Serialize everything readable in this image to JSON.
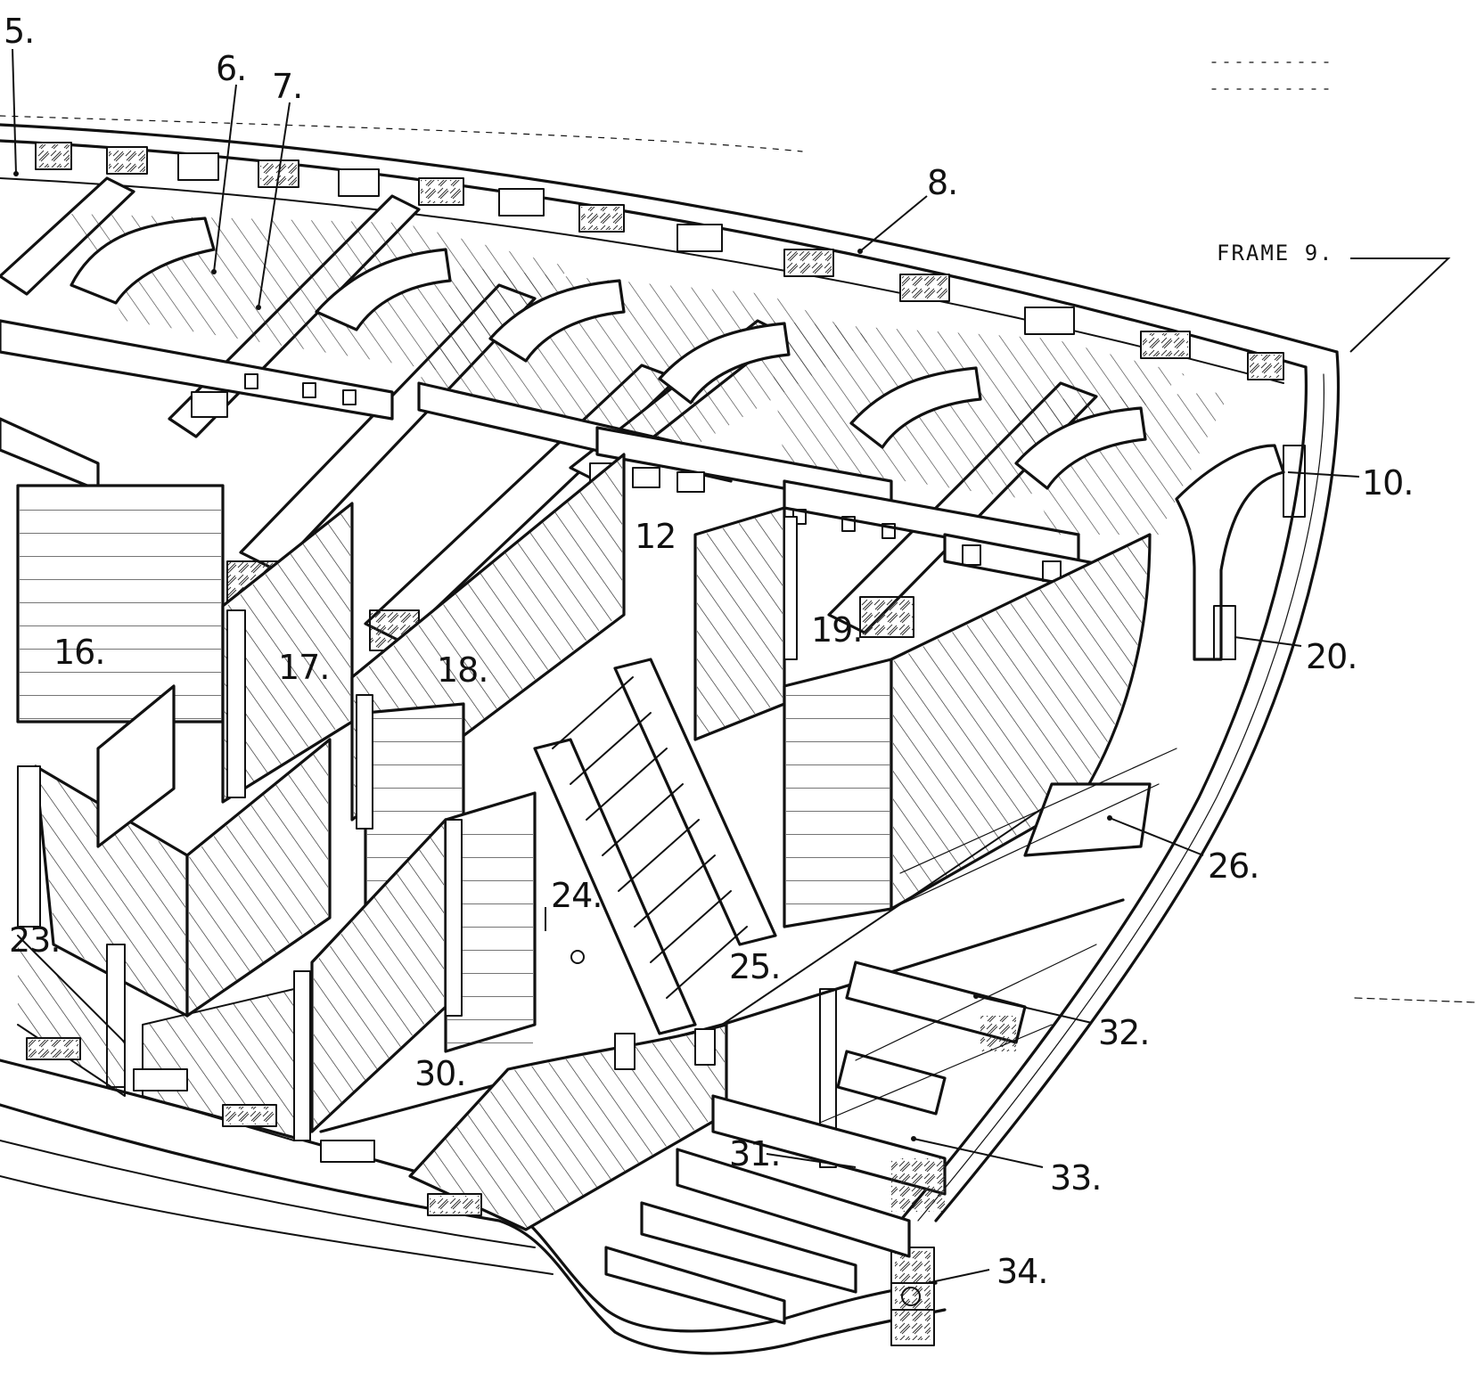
{
  "diagram": {
    "labels": {
      "l5": "5.",
      "l6": "6.",
      "l7": "7.",
      "l8": "8.",
      "frame": "FRAME 9.",
      "l10": "10.",
      "l12": "12",
      "l16": "16.",
      "l17": "17.",
      "l18": "18.",
      "l19": "19.",
      "l20": "20.",
      "l23": "23.",
      "l24": "24.",
      "l25": "25.",
      "l26": "26.",
      "l30": "30.",
      "l31": "31.",
      "l32": "32.",
      "l33": "33.",
      "l34": "34."
    }
  }
}
